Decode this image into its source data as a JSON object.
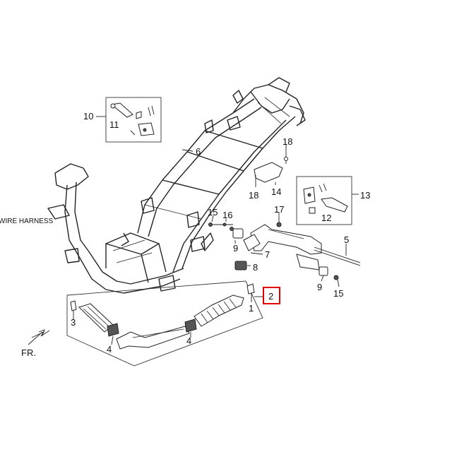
{
  "diagram": {
    "wire_harness_label": "WIRE HARNESS",
    "front_label": "FR.",
    "highlight_color": "#e00000",
    "callouts": {
      "c1": "1",
      "c2": "2",
      "c3": "3",
      "c4a": "4",
      "c4b": "4",
      "c5": "5",
      "c6": "6",
      "c7": "7",
      "c8": "8",
      "c9a": "9",
      "c9b": "9",
      "c10": "10",
      "c11": "11",
      "c12": "12",
      "c13": "13",
      "c14": "14",
      "c15a": "15",
      "c15b": "15",
      "c16": "16",
      "c17": "17",
      "c18a": "18",
      "c18b": "18"
    },
    "highlighted_callout": "2"
  }
}
